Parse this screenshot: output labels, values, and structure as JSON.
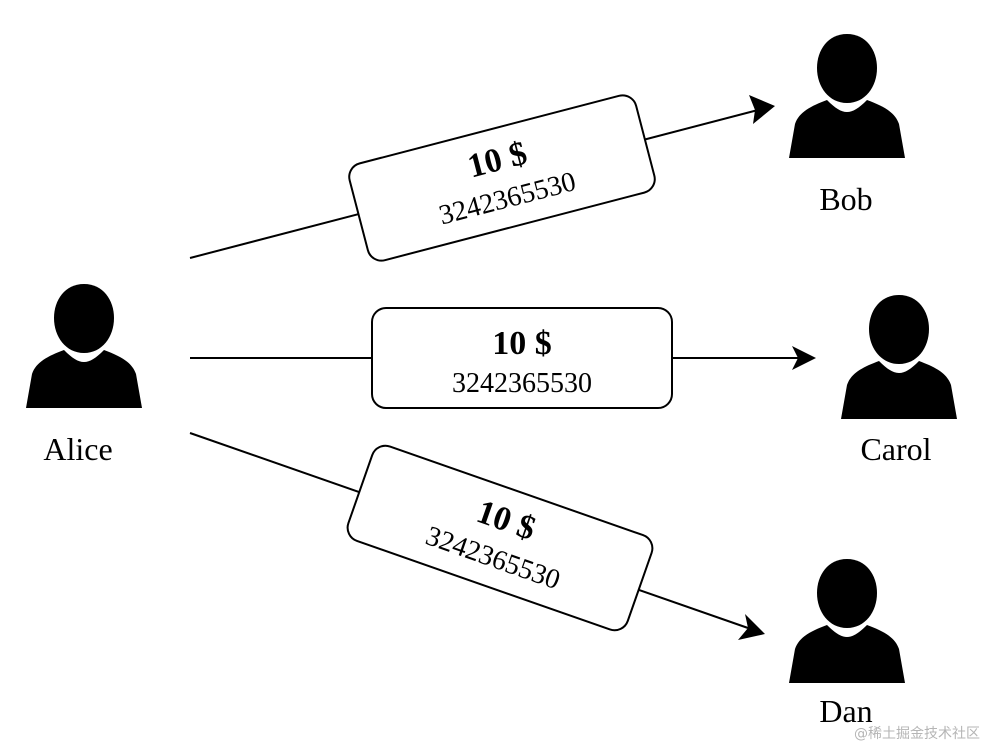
{
  "people": {
    "alice": "Alice",
    "bob": "Bob",
    "carol": "Carol",
    "dan": "Dan"
  },
  "transactions": [
    {
      "to": "Bob",
      "amount": "10 $",
      "id": "3242365530"
    },
    {
      "to": "Carol",
      "amount": "10 $",
      "id": "3242365530"
    },
    {
      "to": "Dan",
      "amount": "10 $",
      "id": "3242365530"
    }
  ],
  "watermark": "@稀土掘金技术社区",
  "colors": {
    "person_fill": "#595959",
    "line": "#000000",
    "box_fill": "#ffffff"
  },
  "icons": {
    "person": "person-icon",
    "arrow": "arrowhead-icon"
  }
}
